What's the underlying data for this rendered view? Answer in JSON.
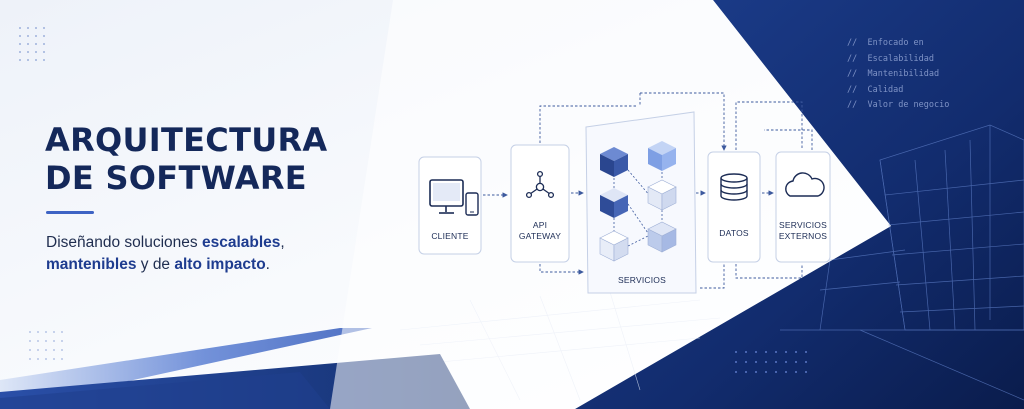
{
  "hero": {
    "title_line1": "ARQUITECTURA",
    "title_line2": "DE SOFTWARE",
    "subtitle_part1": "Diseñando soluciones ",
    "subtitle_part2": "escalables",
    "subtitle_part3": ",",
    "subtitle_part4": "mantenibles",
    "subtitle_part5": " y de ",
    "subtitle_part6": "alto impacto",
    "subtitle_part7": "."
  },
  "diagram": {
    "nodes": {
      "client": "CLIENTE",
      "gateway_line1": "API",
      "gateway_line2": "GATEWAY",
      "services": "SERVICIOS",
      "data": "DATOS",
      "external_line1": "SERVICIOS",
      "external_line2": "EXTERNOS"
    }
  },
  "code_comments": [
    {
      "prefix": "//",
      "text": "Enfocado en"
    },
    {
      "prefix": "//",
      "text": "Escalabilidad"
    },
    {
      "prefix": "//",
      "text": "Mantenibilidad"
    },
    {
      "prefix": "//",
      "text": "Calidad"
    },
    {
      "prefix": "//",
      "text": "Valor de negocio"
    }
  ],
  "colors": {
    "navy": "#14285a",
    "accent": "#3d63c4",
    "panel": "#ffffff",
    "dark_bg": "#102a66"
  },
  "icons": [
    "monitor-phone-icon",
    "api-network-icon",
    "database-icon",
    "cloud-icon"
  ]
}
